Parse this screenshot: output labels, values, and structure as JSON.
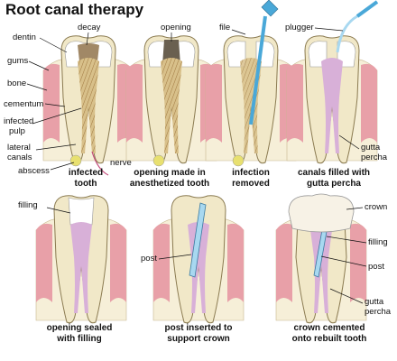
{
  "title": "Root canal therapy",
  "labels": {
    "decay": "decay",
    "dentin": "dentin",
    "gums": "gums",
    "bone": "bone",
    "cementum": "cementum",
    "infected_pulp_1": "infected",
    "infected_pulp_2": "pulp",
    "lateral_canals_1": "lateral",
    "lateral_canals_2": "canals",
    "abscess": "abscess",
    "nerve": "nerve",
    "opening": "opening",
    "file": "file",
    "plugger": "plugger",
    "gutta_percha_1a": "gutta",
    "gutta_percha_1b": "percha",
    "filling": "filling",
    "post": "post",
    "crown": "crown",
    "filling_2": "filling",
    "post_2": "post",
    "gutta_percha_2a": "gutta",
    "gutta_percha_2b": "percha"
  },
  "captions": {
    "c1a": "infected",
    "c1b": "tooth",
    "c2a": "opening made in",
    "c2b": "anesthetized tooth",
    "c3a": "infection",
    "c3b": "removed",
    "c4a": "canals filled with",
    "c4b": "gutta percha",
    "c5a": "opening sealed",
    "c5b": "with filling",
    "c6a": "post inserted to",
    "c6b": "support crown",
    "c7a": "crown cemented",
    "c7b": "onto rebuilt tooth"
  },
  "colors": {
    "gum": "#e8a0a8",
    "bone": "#f6efd8",
    "dentin": "#f1e8c8",
    "enamel": "#ffffff",
    "pulp_infected": "#d8b070",
    "gutta_percha": "#d8b0d8",
    "file": "#4aa8d8",
    "post": "#a8d8f0",
    "abscess": "#e8e070"
  }
}
